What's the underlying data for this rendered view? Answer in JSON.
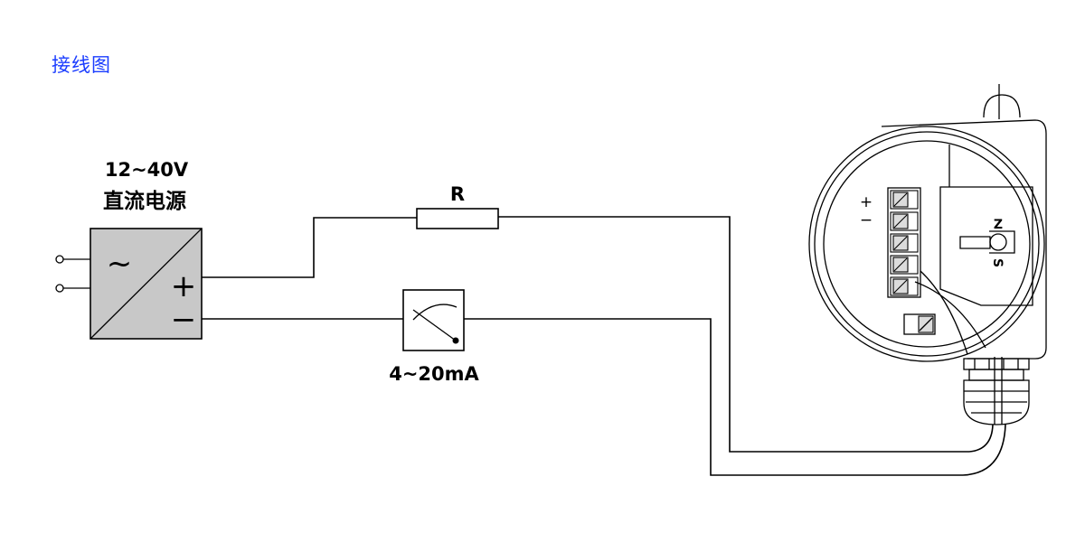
{
  "page": {
    "title": "接线图"
  },
  "colors": {
    "title": "#1a3cff",
    "line": "#000000",
    "psu_fill": "#c8c8c8",
    "terminal_fill": "#dcdcdc",
    "background": "#ffffff"
  },
  "power_supply": {
    "voltage": "12~40V",
    "label": "直流电源",
    "ac_symbol": "~",
    "plus": "+",
    "minus": "−"
  },
  "resistor": {
    "label": "R"
  },
  "meter": {
    "label": "4~20mA"
  },
  "device": {
    "terminal_plus": "+",
    "terminal_minus": "−",
    "zero_label": "Z",
    "span_label": "S"
  }
}
